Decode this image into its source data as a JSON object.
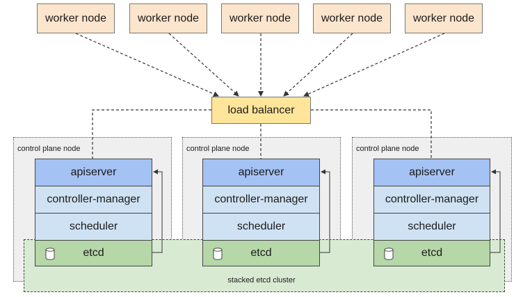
{
  "worker_nodes": [
    "worker node",
    "worker node",
    "worker node",
    "worker node",
    "worker node"
  ],
  "load_balancer": "load balancer",
  "control_planes": [
    {
      "label": "control plane node",
      "apiserver": "apiserver",
      "controller_manager": "controller-manager",
      "scheduler": "scheduler",
      "etcd": "etcd"
    },
    {
      "label": "control plane node",
      "apiserver": "apiserver",
      "controller_manager": "controller-manager",
      "scheduler": "scheduler",
      "etcd": "etcd"
    },
    {
      "label": "control plane node",
      "apiserver": "apiserver",
      "controller_manager": "controller-manager",
      "scheduler": "scheduler",
      "etcd": "etcd"
    }
  ],
  "stacked_etcd_label": "stacked etcd cluster",
  "colors": {
    "worker_node": "#fce5cd",
    "load_balancer": "#ffe599",
    "apiserver": "#a4c2f4",
    "component": "#cfe2f3",
    "etcd": "#b6d7a8",
    "etcd_cluster": "#d9ead3",
    "control_plane_region": "#efefef"
  }
}
